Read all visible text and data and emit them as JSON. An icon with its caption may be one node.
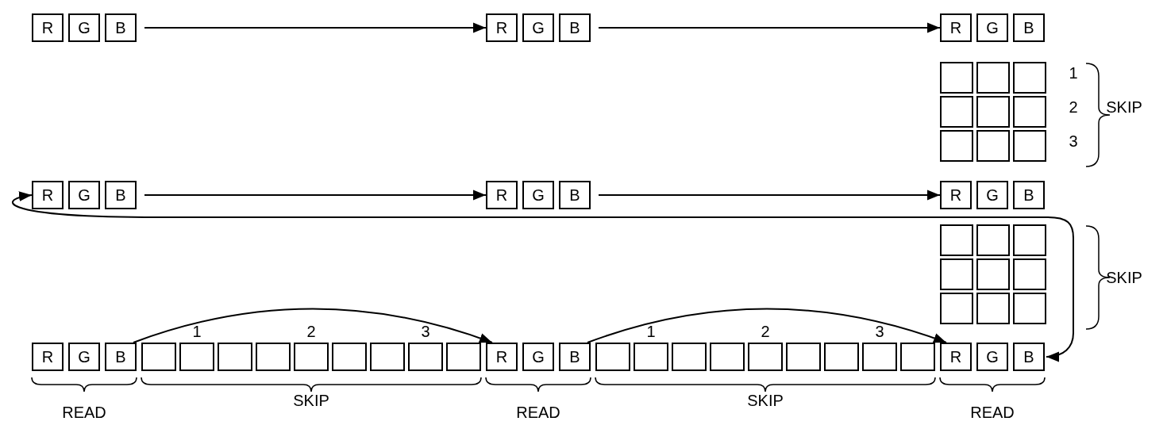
{
  "diagram": {
    "nodes": [
      {
        "text": [
          "R"
        ]
      },
      {
        "text": [
          "G"
        ]
      },
      {
        "text": [
          "B"
        ]
      },
      {
        "text": [
          "R"
        ]
      },
      {
        "text": [
          "G"
        ]
      },
      {
        "text": [
          "B"
        ]
      },
      {
        "text": [
          "R"
        ]
      },
      {
        "text": [
          "G"
        ]
      },
      {
        "text": [
          "B"
        ]
      },
      {
        "text": [],
        "shape": "box"
      },
      {
        "text": [],
        "shape": "box"
      },
      {
        "text": [],
        "shape": "box"
      },
      {
        "text": [],
        "shape": "box"
      },
      {
        "text": [],
        "shape": "box"
      },
      {
        "text": [],
        "shape": "box"
      },
      {
        "text": [],
        "shape": "box"
      },
      {
        "text": [],
        "shape": "box"
      },
      {
        "text": [],
        "shape": "box"
      },
      {
        "text": [
          "R"
        ]
      },
      {
        "text": [
          "G"
        ]
      },
      {
        "text": [
          "B"
        ]
      },
      {
        "text": [
          "R"
        ]
      },
      {
        "text": [
          "G"
        ]
      },
      {
        "text": [
          "B"
        ]
      },
      {
        "text": [
          "R"
        ]
      },
      {
        "text": [
          "G"
        ]
      },
      {
        "text": [
          "B"
        ]
      },
      {
        "text": [],
        "shape": "box"
      },
      {
        "text": [],
        "shape": "box"
      },
      {
        "text": [],
        "shape": "box"
      },
      {
        "text": [],
        "shape": "box"
      },
      {
        "text": [],
        "shape": "box"
      },
      {
        "text": [],
        "shape": "box"
      },
      {
        "text": [],
        "shape": "box"
      },
      {
        "text": [],
        "shape": "box"
      },
      {
        "text": [],
        "shape": "box"
      },
      {
        "text": [
          "R"
        ]
      },
      {
        "text": [
          "G"
        ]
      },
      {
        "text": [
          "B"
        ]
      },
      {
        "text": [],
        "shape": "box"
      },
      {
        "text": [],
        "shape": "box"
      },
      {
        "text": [],
        "shape": "box"
      },
      {
        "text": [],
        "shape": "box"
      },
      {
        "text": [],
        "shape": "box"
      },
      {
        "text": [],
        "shape": "box"
      },
      {
        "text": [],
        "shape": "box"
      },
      {
        "text": [],
        "shape": "box"
      },
      {
        "text": [],
        "shape": "box"
      },
      {
        "text": [
          "R"
        ]
      },
      {
        "text": [
          "G"
        ]
      },
      {
        "text": [
          "B"
        ]
      },
      {
        "text": [],
        "shape": "box"
      },
      {
        "text": [],
        "shape": "box"
      },
      {
        "text": [],
        "shape": "box"
      },
      {
        "text": [],
        "shape": "box"
      },
      {
        "text": [],
        "shape": "box"
      },
      {
        "text": [],
        "shape": "box"
      },
      {
        "text": [],
        "shape": "box"
      },
      {
        "text": [],
        "shape": "box"
      },
      {
        "text": [],
        "shape": "box"
      },
      {
        "text": [
          "R"
        ]
      },
      {
        "text": [
          "G"
        ]
      },
      {
        "text": [
          "B"
        ]
      }
    ],
    "edges": [
      {
        "from": 2,
        "to": 3,
        "arrow": "to"
      },
      {
        "from": 5,
        "to": 6,
        "arrow": "to"
      },
      {
        "from": 20,
        "to": 21,
        "arrow": "to"
      },
      {
        "from": 23,
        "to": 24,
        "arrow": "to"
      },
      {
        "from": 38,
        "to": 48,
        "arrow": "to"
      },
      {
        "from": 50,
        "to": 60,
        "arrow": "to"
      },
      {
        "from": 62,
        "to": 18,
        "arrow": "both"
      }
    ],
    "labels": [
      "1",
      "2",
      "SKIP",
      "3",
      "SKIP",
      "1",
      "2",
      "3",
      "1",
      "2",
      "3",
      "READ",
      "SKIP",
      "READ",
      "SKIP",
      "READ"
    ]
  }
}
